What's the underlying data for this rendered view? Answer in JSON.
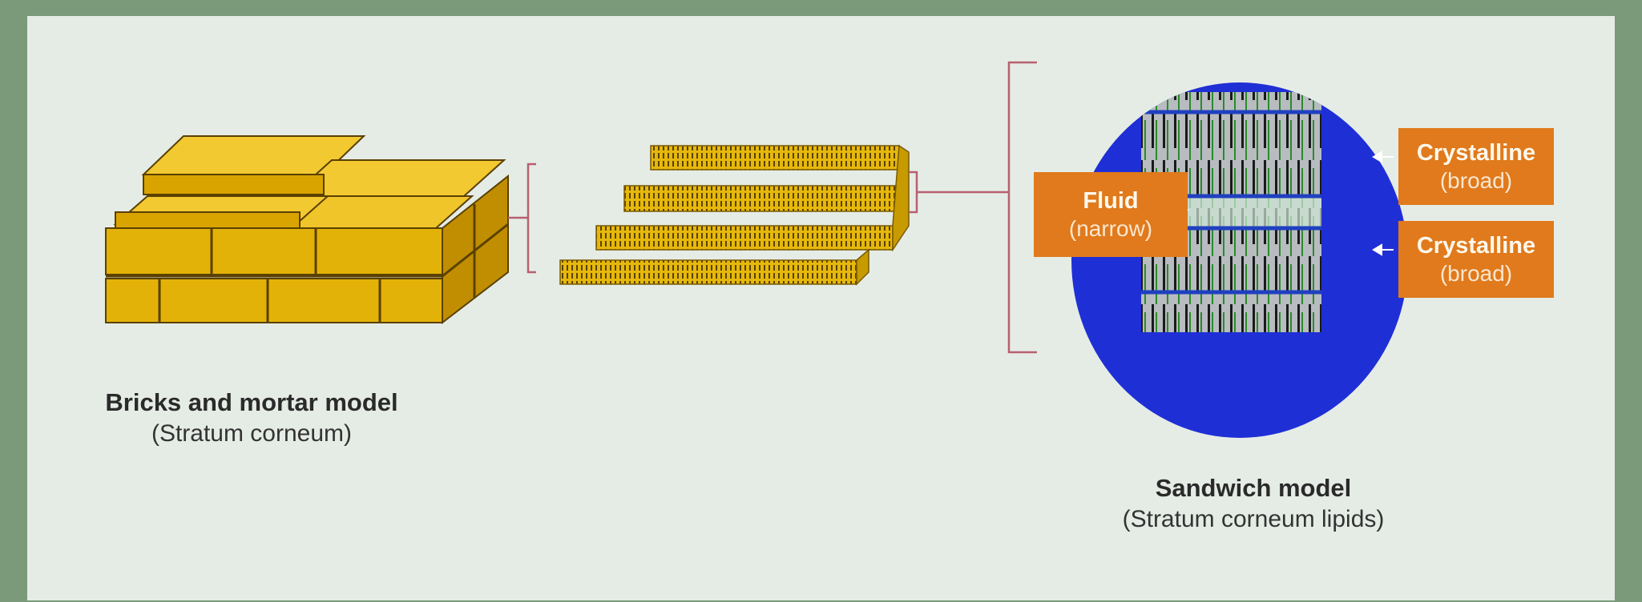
{
  "left_caption": {
    "title": "Bricks and mortar model",
    "subtitle": "(Stratum corneum)"
  },
  "right_caption": {
    "title": "Sandwich model",
    "subtitle": "(Stratum corneum lipids)"
  },
  "labels": {
    "fluid": {
      "title": "Fluid",
      "subtitle": "(narrow)"
    },
    "crystalline_top": {
      "title": "Crystalline",
      "subtitle": "(broad)"
    },
    "crystalline_bottom": {
      "title": "Crystalline",
      "subtitle": "(broad)"
    }
  },
  "colors": {
    "frame": "#7a9a7a",
    "panel": "#e5ece6",
    "brick": "#e3b208",
    "brick_dark": "#b07f00",
    "bracket": "#b86070",
    "circle": "#1f2fd6",
    "label_bg": "#e07a1c"
  }
}
